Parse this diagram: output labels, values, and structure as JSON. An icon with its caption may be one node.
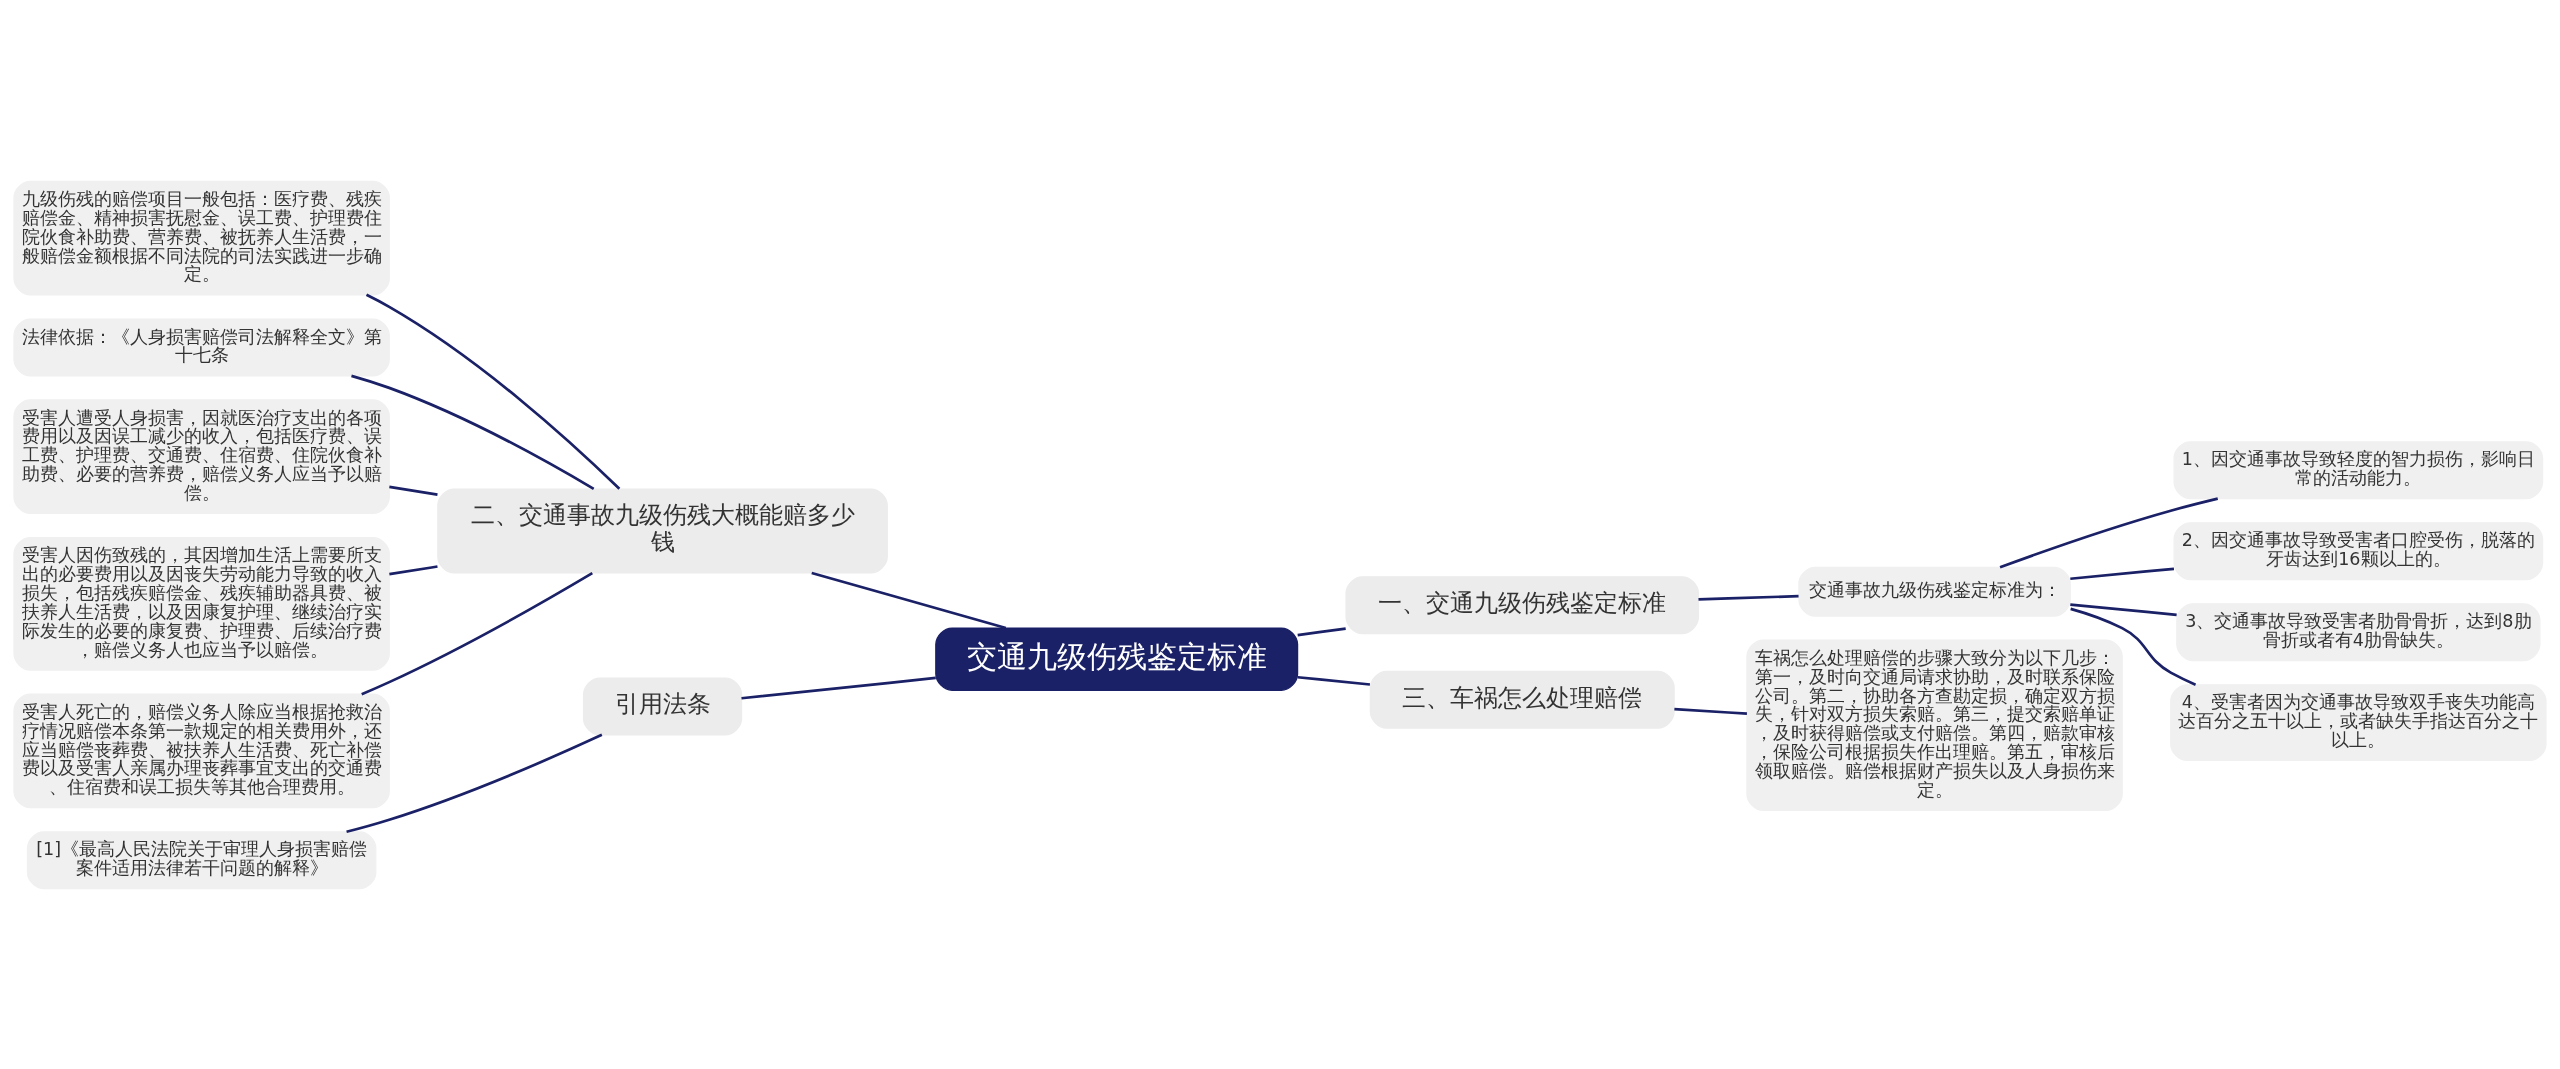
{
  "diagram": {
    "nodes": [
      {
        "text": [
          "交通九级伤残鉴定标准"
        ]
      },
      {
        "text": [
          "一、交通九级伤残鉴定标准"
        ]
      },
      {
        "text": [
          "交通事故九级伤残鉴定标准为："
        ]
      },
      {
        "text": [
          "1、因交通事故导致轻度的智力损伤，影响日常的活动能力。"
        ]
      },
      {
        "text": [
          "2、因交通事故导致受害者口腔受伤，脱落的牙齿达到16颗以上的。"
        ]
      },
      {
        "text": [
          "3、交通事故导致受害者肋骨骨折，达到8肋骨折或者有4肋骨缺失。"
        ]
      },
      {
        "text": [
          "4、受害者因为交通事故导致双手丧失功能高达百分之五十以上，或者缺失手指达百分之十以上。"
        ]
      },
      {
        "text": [
          "二、交通事故九级伤残大概能赔多少钱"
        ]
      },
      {
        "text": [
          "九级伤残的赔偿项目一般包括：医疗费、残疾赔偿金、精神损害抚慰金、误工费、护理费住院伙食补助费、营养费、被抚养人生活费，一般赔偿金额根据不同法院的司法实践进一步确定。"
        ]
      },
      {
        "text": [
          "法律依据：《人身损害赔偿司法解释全文》第十七条"
        ]
      },
      {
        "text": [
          "受害人遭受人身损害，因就医治疗支出的各项费用以及因误工减少的收入，包括医疗费、误工费、护理费、交通费、住宿费、住院伙食补助费、必要的营养费，赔偿义务人应当予以赔偿。"
        ]
      },
      {
        "text": [
          "受害人因伤致残的，其因增加生活上需要所支出的必要费用以及因丧失劳动能力导致的收入损失，包括残疾赔偿金、残疾辅助器具费、被扶养人生活费，以及因康复护理、继续治疗实际发生的必要的康复费、护理费、后续治疗费，赔偿义务人也应当予以赔偿。"
        ]
      },
      {
        "text": [
          "受害人死亡的，赔偿义务人除应当根据抢救治疗情况赔偿本条第一款规定的相关费用外，还应当赔偿丧葬费、被扶养人生活费、死亡补偿费以及受害人亲属办理丧葬事宜支出的交通费、住宿费和误工损失等其他合理费用。"
        ]
      },
      {
        "text": [
          "三、车祸怎么处理赔偿"
        ]
      },
      {
        "text": [
          "车祸怎么处理赔偿的步骤大致分为以下几步：第一，及时向交通局请求协助，及时联系保险公司。第二，协助各方查勘定损，确定双方损失，针对双方损失索赔。第三，提交索赔单证，及时获得赔偿或支付赔偿。第四，赔款审核，保险公司根据损失作出理赔。第五，审核后领取赔偿。赔偿根据财产损失以及人身损伤来定。"
        ]
      },
      {
        "text": [
          "引用法条"
        ]
      },
      {
        "text": [
          "[1]《最高人民法院关于审理人身损害赔偿案件适用法律若干问题的解释》"
        ]
      }
    ],
    "edges": [
      {
        "from": 0,
        "to": 1,
        "arrow": "none"
      },
      {
        "from": 1,
        "to": 2,
        "arrow": "none"
      },
      {
        "from": 2,
        "to": 3,
        "arrow": "none"
      },
      {
        "from": 2,
        "to": 4,
        "arrow": "none"
      },
      {
        "from": 2,
        "to": 5,
        "arrow": "none"
      },
      {
        "from": 2,
        "to": 6,
        "arrow": "none"
      },
      {
        "from": 0,
        "to": 7,
        "arrow": "none"
      },
      {
        "from": 7,
        "to": 8,
        "arrow": "none"
      },
      {
        "from": 7,
        "to": 9,
        "arrow": "none"
      },
      {
        "from": 7,
        "to": 10,
        "arrow": "none"
      },
      {
        "from": 7,
        "to": 11,
        "arrow": "none"
      },
      {
        "from": 7,
        "to": 12,
        "arrow": "none"
      },
      {
        "from": 0,
        "to": 13,
        "arrow": "none"
      },
      {
        "from": 13,
        "to": 14,
        "arrow": "none"
      },
      {
        "from": 0,
        "to": 15,
        "arrow": "none"
      },
      {
        "from": 15,
        "to": 16,
        "arrow": "none"
      }
    ]
  }
}
